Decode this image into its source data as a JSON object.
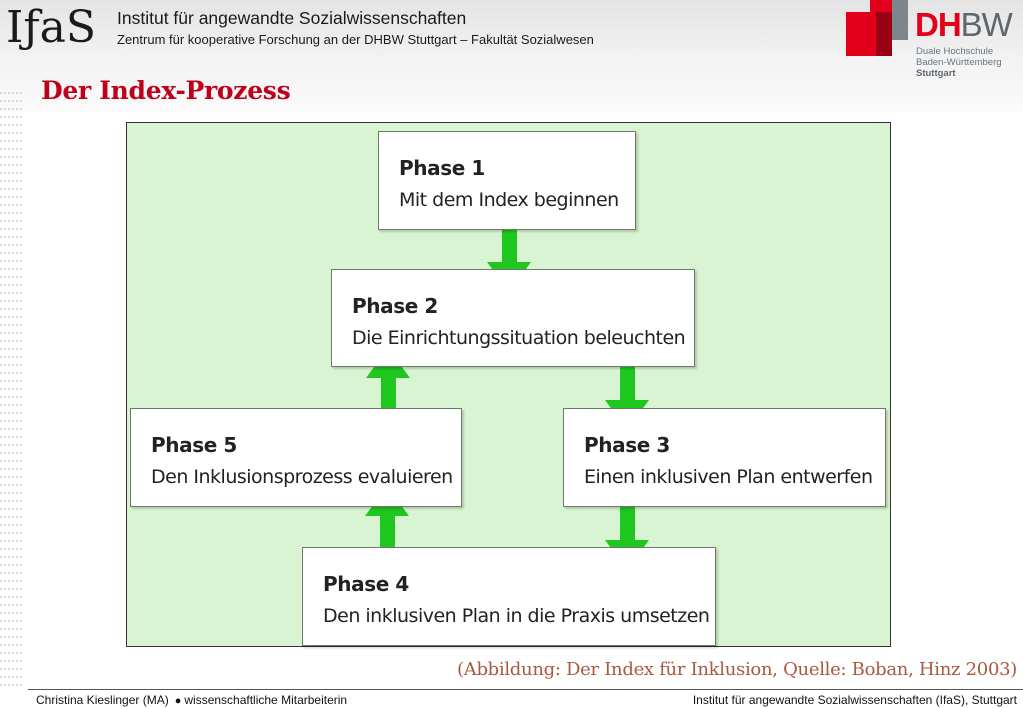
{
  "header": {
    "logo_text": "IƒaS",
    "institute_name": "Institut für angewandte Sozialwissenschaften",
    "institute_subtitle": "Zentrum für kooperative Forschung an der DHBW Stuttgart – Fakultät Sozialwesen",
    "dhbw_logo": {
      "dh": "DH",
      "bw": "BW",
      "line1": "Duale Hochschule",
      "line2": "Baden-Württemberg",
      "line3": "Stuttgart"
    }
  },
  "title": "Der Index-Prozess",
  "diagram": {
    "phases": [
      {
        "title": "Phase 1",
        "description": "Mit dem Index beginnen"
      },
      {
        "title": "Phase 2",
        "description": "Die Einrichtungssituation beleuchten"
      },
      {
        "title": "Phase 3",
        "description": "Einen inklusiven Plan entwerfen"
      },
      {
        "title": "Phase 4",
        "description": "Den inklusiven Plan in die Praxis umsetzen"
      },
      {
        "title": "Phase 5",
        "description": "Den Inklusionsprozess evaluieren"
      }
    ],
    "flow": [
      {
        "from": "Phase 1",
        "to": "Phase 2"
      },
      {
        "from": "Phase 2",
        "to": "Phase 3"
      },
      {
        "from": "Phase 3",
        "to": "Phase 4"
      },
      {
        "from": "Phase 4",
        "to": "Phase 5"
      },
      {
        "from": "Phase 5",
        "to": "Phase 2"
      }
    ]
  },
  "caption": "(Abbildung: Der Index für Inklusion, Quelle: Boban, Hinz 2003)",
  "footer": {
    "author": "Christina Kieslinger (MA)",
    "role": "wissenschaftliche Mitarbeiterin",
    "institution": "Institut für angewandte Sozialwissenschaften (IfaS), Stuttgart"
  },
  "colors": {
    "title_red": "#c0001a",
    "diagram_background": "#d9f4d2",
    "arrow_green": "#1ec71e",
    "dhbw_red": "#e2001a",
    "dhbw_gray": "#5d6770",
    "caption_brown": "#a85a3f"
  }
}
